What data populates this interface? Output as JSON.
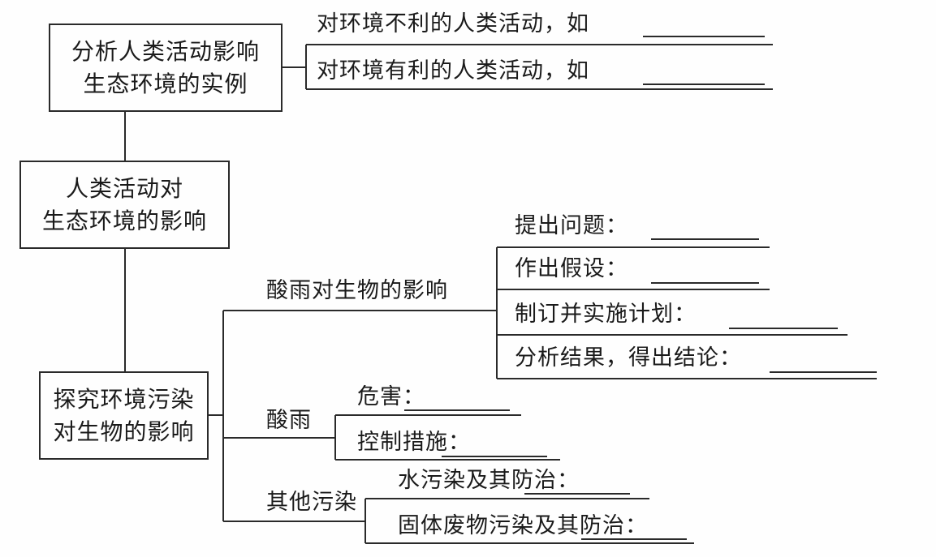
{
  "diagram": {
    "nodes": {
      "analysis_box": [
        "分析人类活动影响",
        "生态环境的实例"
      ],
      "root_box": [
        "人类活动对",
        "生态环境的影响"
      ],
      "explore_box": [
        "探究环境污染",
        "对生物的影响"
      ]
    },
    "analysis_items": [
      {
        "label": "对环境不利的人类活动，如",
        "blank": ""
      },
      {
        "label": "对环境有利的人类活动，如",
        "blank": ""
      }
    ],
    "branches": {
      "acid_rain_effect": {
        "label": "酸雨对生物的影响",
        "items": [
          {
            "label": "提出问题：",
            "blank": ""
          },
          {
            "label": "作出假设：",
            "blank": ""
          },
          {
            "label": "制订并实施计划：",
            "blank": ""
          },
          {
            "label": "分析结果，得出结论：",
            "blank": ""
          }
        ]
      },
      "acid_rain": {
        "label": "酸雨",
        "items": [
          {
            "label": "危害：",
            "blank": ""
          },
          {
            "label": "控制措施：",
            "blank": ""
          }
        ]
      },
      "other_pollution": {
        "label": "其他污染",
        "items": [
          {
            "label": "水污染及其防治：",
            "blank": ""
          },
          {
            "label": "固体废物污染及其防治：",
            "blank": ""
          }
        ]
      }
    }
  }
}
